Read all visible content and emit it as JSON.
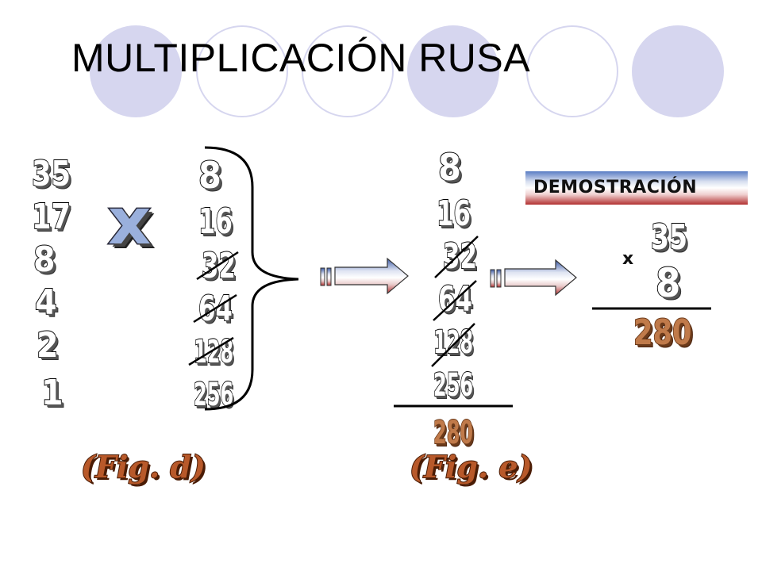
{
  "title": "MULTIPLICACIÓN RUSA",
  "colors": {
    "circle": "#d6d6ef",
    "accent_brown": "#c07a4a",
    "arrow_blue": "#3b5aa6",
    "arrow_red": "#b23030"
  },
  "fig_d": {
    "halving_column": [
      "35",
      "17",
      "8",
      "4",
      "2",
      "1"
    ],
    "multiply_symbol": "x",
    "doubling_column": [
      "8",
      "16",
      "32",
      "64",
      "128",
      "256"
    ],
    "crossed_out": [
      "32",
      "64",
      "128"
    ],
    "label": "(Fig. d)"
  },
  "fig_e": {
    "column": [
      "8",
      "16",
      "32",
      "64",
      "128",
      "256"
    ],
    "crossed_out": [
      "32",
      "64",
      "128"
    ],
    "sum": "280",
    "label": "(Fig. e)"
  },
  "demo": {
    "heading": "DEMOSTRACIÓN",
    "operator": "x",
    "multiplicand": "35",
    "multiplier": "8",
    "product": "280"
  }
}
